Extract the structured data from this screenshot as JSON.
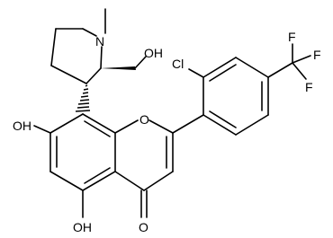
{
  "molecule": {
    "atoms": {
      "n_methyl_ring": "N",
      "hydroxymethyl": "OH",
      "ring_oxygen": "O",
      "hydroxy_7": "OH",
      "hydroxy_5": "OH",
      "carbonyl_oxygen": "O",
      "chloro": "Cl",
      "fluorine_1": "F",
      "fluorine_2": "F",
      "fluorine_3": "F"
    }
  }
}
